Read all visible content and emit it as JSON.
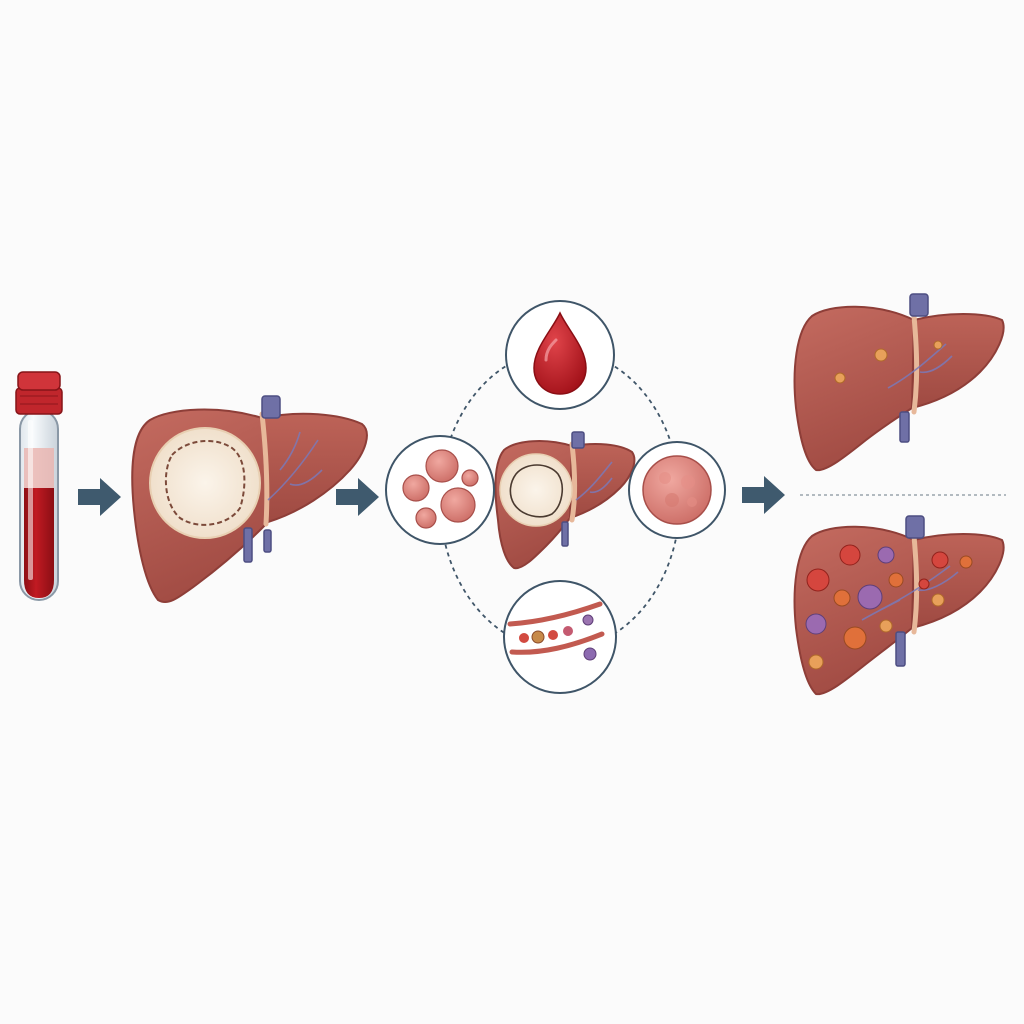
{
  "diagram": {
    "colors": {
      "background": "#fbfbfb",
      "liver": "#b65a50",
      "liver_dark": "#8e3e38",
      "blood": "#b3141c",
      "tumor_region": "#f5eadb",
      "arrow": "#3f5a6e",
      "vein": "#6f70a6",
      "connector": "#3f5568"
    },
    "flow": [
      {
        "step": 1,
        "element": "blood-sample-tube",
        "icon": "test-tube-icon"
      },
      {
        "step": 2,
        "element": "liver-with-tumor",
        "icon": "liver-icon"
      },
      {
        "step": 3,
        "element": "analysis-cluster",
        "icon": "liver-icon",
        "insets": [
          "blood-drop-icon",
          "tumor-cells-icon",
          "tumor-nodule-icon",
          "circulating-cells-icon"
        ]
      },
      {
        "step": 4,
        "element": "outcomes",
        "outcomes": [
          "liver-few-lesions",
          "liver-many-lesions"
        ]
      }
    ]
  }
}
